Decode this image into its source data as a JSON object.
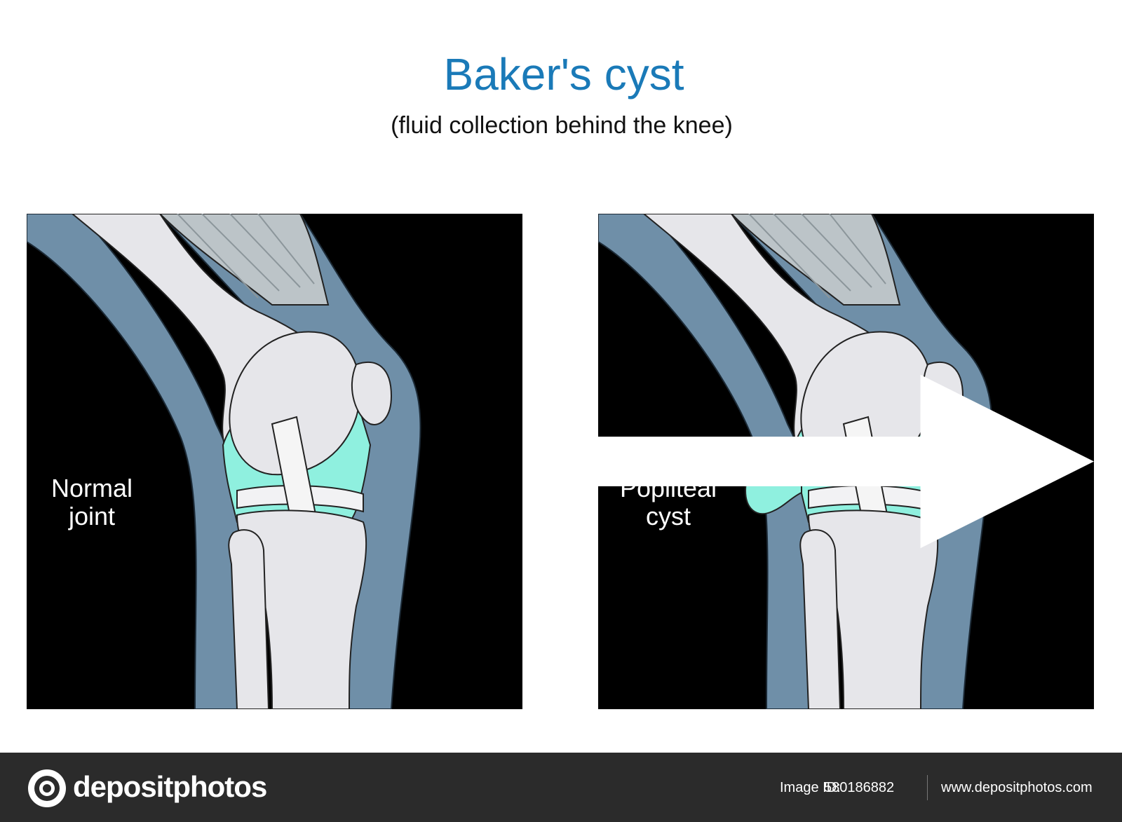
{
  "header": {
    "title": "Baker's cyst",
    "subtitle": "(fluid collection behind the knee)"
  },
  "panels": {
    "normal": {
      "label_line1": "Normal",
      "label_line2": "joint"
    },
    "cyst": {
      "label_line1": "Popliteal",
      "label_line2": "cyst"
    }
  },
  "footer": {
    "logo_text": "depositphotos",
    "image_id_label": "Image ID:",
    "image_id_value": "580186882",
    "site_url": "www.depositphotos.com"
  },
  "colors": {
    "title": "#1a7ab8",
    "panel_background": "#000000",
    "soft_tissue": "#6f8fa8",
    "bone": "#e6e6ea",
    "cartilage_fluid": "#8ff0df",
    "muscle": "#bcc4c8",
    "footer_background": "#2b2b2b"
  },
  "icons": [
    "logo-camera-icon",
    "arrow-right-icon"
  ]
}
